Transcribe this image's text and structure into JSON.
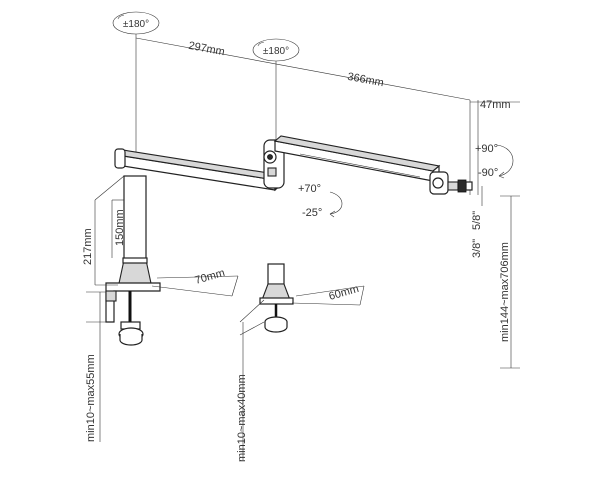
{
  "rotation": {
    "top_left": "±180°",
    "top_mid": "±180°"
  },
  "dimensions": {
    "arm1_length": "297mm",
    "arm2_length": "366mm",
    "head_offset": "47mm",
    "pole_150": "150mm",
    "pole_217": "217mm",
    "base_70": "70mm",
    "base_60": "60mm",
    "clamp_range": "min10~max55mm",
    "grommet_range": "min10~max40mm",
    "height_range": "min144~max706mm"
  },
  "tilt": {
    "up": "+70°",
    "down": "-25°"
  },
  "pan": {
    "up": "+90°",
    "down": "-90°"
  },
  "thread": {
    "a": "3/8\"",
    "b": "5/8\""
  }
}
